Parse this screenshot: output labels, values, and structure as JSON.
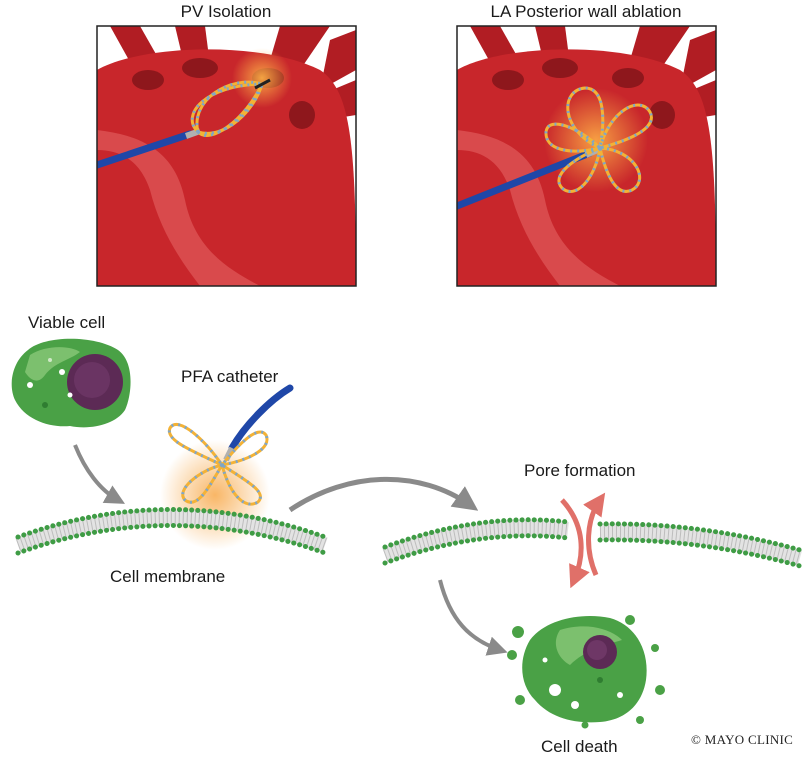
{
  "panels": {
    "left_title": "PV Isolation",
    "right_title": "LA Posterior wall ablation"
  },
  "labels": {
    "viable_cell": "Viable cell",
    "pfa_catheter": "PFA catheter",
    "cell_membrane": "Cell membrane",
    "pore_formation": "Pore formation",
    "cell_death": "Cell death",
    "copyright": "© MAYO CLINIC"
  },
  "colors": {
    "heart_dark": "#b41e24",
    "heart": "#c8262b",
    "heart_light": "#d94a4c",
    "vein_hole": "#8e171c",
    "catheter_blue": "#1f47a8",
    "spline_orange": "#f3b236",
    "spline_dot": "#7fa6c8",
    "cell_green": "#4aa146",
    "cell_green_light": "#7cc06e",
    "nucleus": "#5c2a55",
    "membrane_dot": "#3f9c45",
    "arrow_gray": "#8a8a8a",
    "pore_arrow": "#e07069"
  }
}
